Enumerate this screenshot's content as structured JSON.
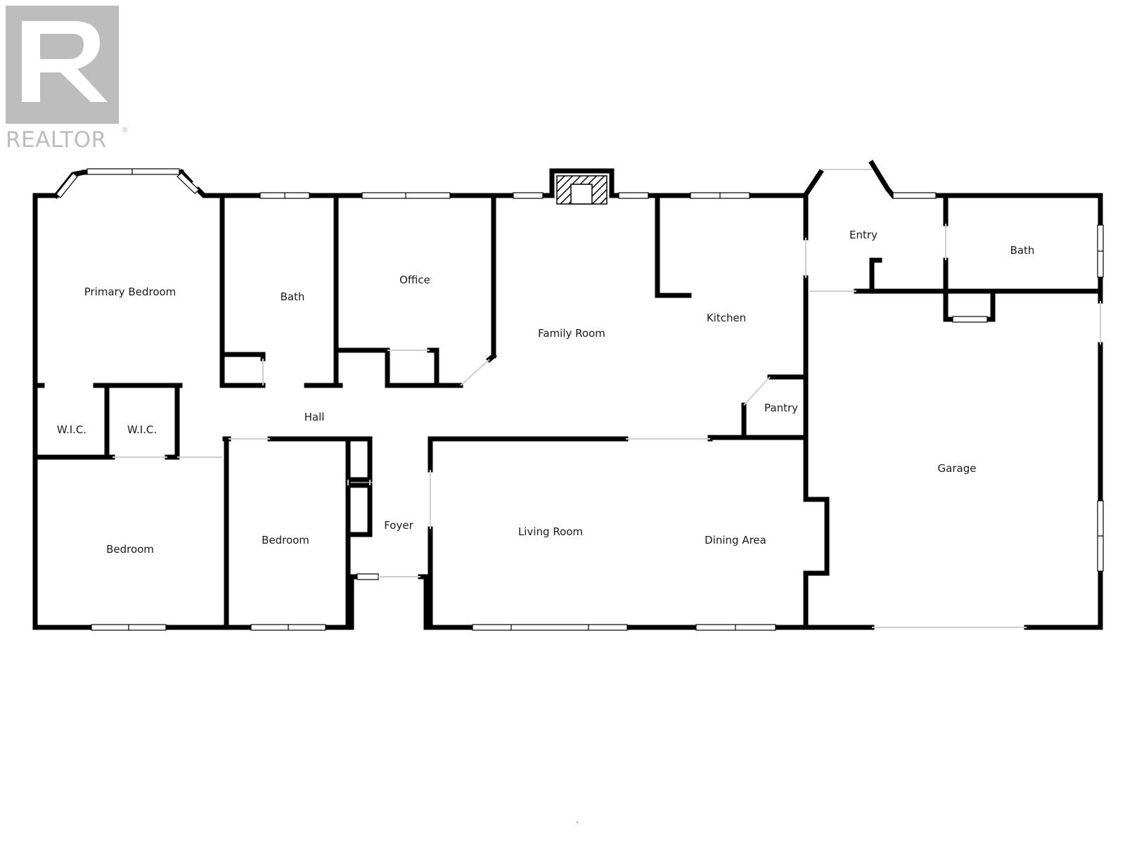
{
  "logo": {
    "text": "REALTOR",
    "reg_mark": "®"
  },
  "rooms": {
    "primary_bedroom": "Primary Bedroom",
    "bath_1": "Bath",
    "office": "Office",
    "family_room": "Family Room",
    "kitchen": "Kitchen",
    "entry": "Entry",
    "bath_2": "Bath",
    "wic_1": "W.I.C.",
    "wic_2": "W.I.C.",
    "hall": "Hall",
    "pantry": "Pantry",
    "garage": "Garage",
    "bedroom_1": "Bedroom",
    "bedroom_2": "Bedroom",
    "foyer": "Foyer",
    "living_room": "Living Room",
    "dining_area": "Dining Area"
  },
  "footer_mark": "."
}
